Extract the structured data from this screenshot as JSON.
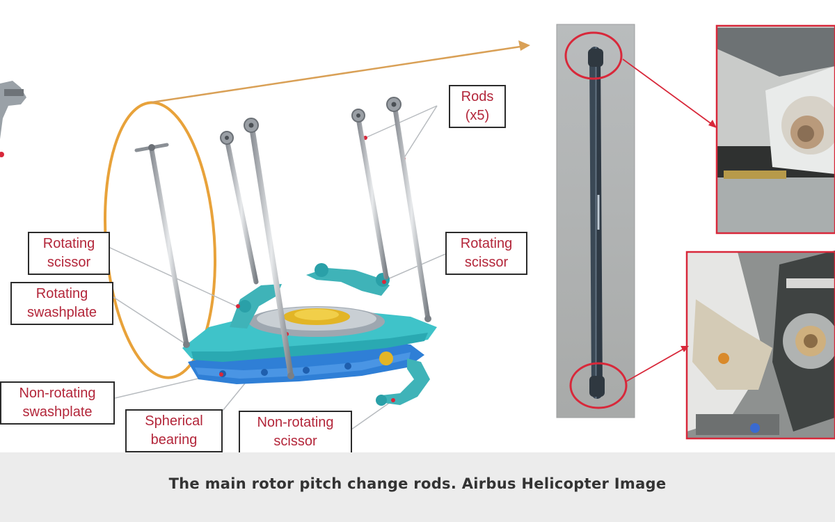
{
  "labels": {
    "rods": [
      "Rods",
      "(x5)"
    ],
    "rotating_scissor_left": [
      "Rotating",
      "scissor"
    ],
    "rotating_swashplate": [
      "Rotating",
      "swashplate"
    ],
    "rotating_scissor_right": [
      "Rotating",
      "scissor"
    ],
    "non_rotating_swashplate": [
      "Non-rotating",
      "swashplate"
    ],
    "spherical_bearing": [
      "Spherical",
      "bearing"
    ],
    "non_rotating_scissor": [
      "Non-rotating",
      "scissor"
    ]
  },
  "caption": "The main rotor pitch change rods. Airbus Helicopter Image",
  "colors": {
    "label_text": "#b3263a",
    "highlight_oval": "#e8a23a",
    "callout_red": "#d8283a",
    "swashplate_cyan": "#3fc3c9",
    "swashplate_blue": "#2f7fd6",
    "bearing_gold": "#e2b526"
  }
}
